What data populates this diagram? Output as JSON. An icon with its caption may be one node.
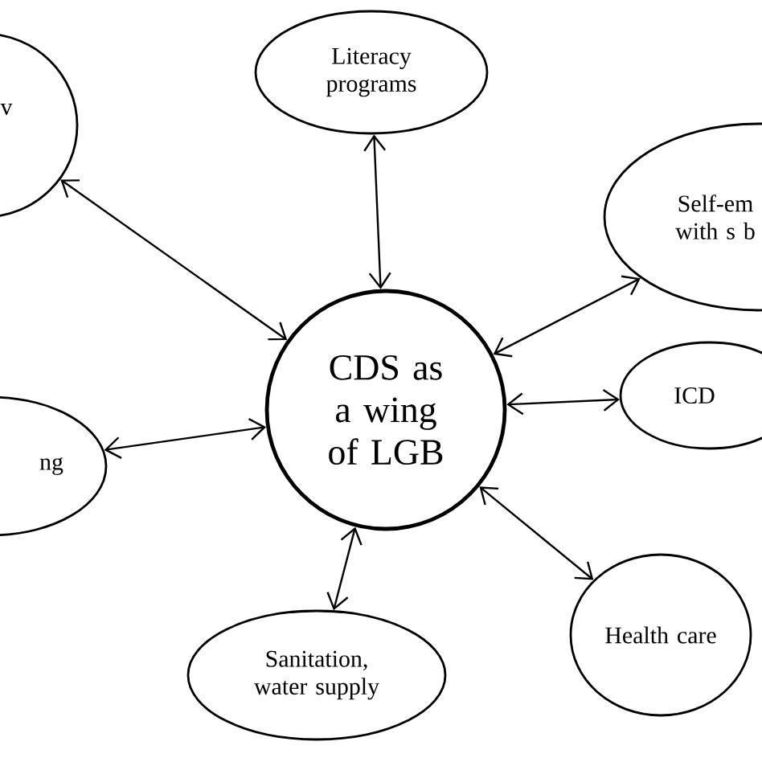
{
  "diagram": {
    "nodes": [
      {
        "text": [
          "v"
        ]
      },
      {
        "text": [
          "Literacy programs"
        ]
      },
      {
        "text": [
          "Self-em with s b"
        ]
      },
      {
        "text": [
          "CDS as a wing of LGB"
        ]
      },
      {
        "text": [
          "ICD"
        ]
      },
      {
        "text": [
          "ng"
        ]
      },
      {
        "text": [
          "Sanitation, water supply"
        ]
      },
      {
        "text": [
          "Health care"
        ]
      }
    ],
    "edges": [
      {
        "from": 3,
        "to": 0,
        "arrow": "both"
      },
      {
        "from": 3,
        "to": 1,
        "arrow": "both"
      },
      {
        "from": 3,
        "to": 2,
        "arrow": "both"
      },
      {
        "from": 3,
        "to": 4,
        "arrow": "both"
      },
      {
        "from": 3,
        "to": 5,
        "arrow": "both"
      },
      {
        "from": 3,
        "to": 6,
        "arrow": "both"
      },
      {
        "from": 3,
        "to": 7,
        "arrow": "both"
      }
    ]
  }
}
